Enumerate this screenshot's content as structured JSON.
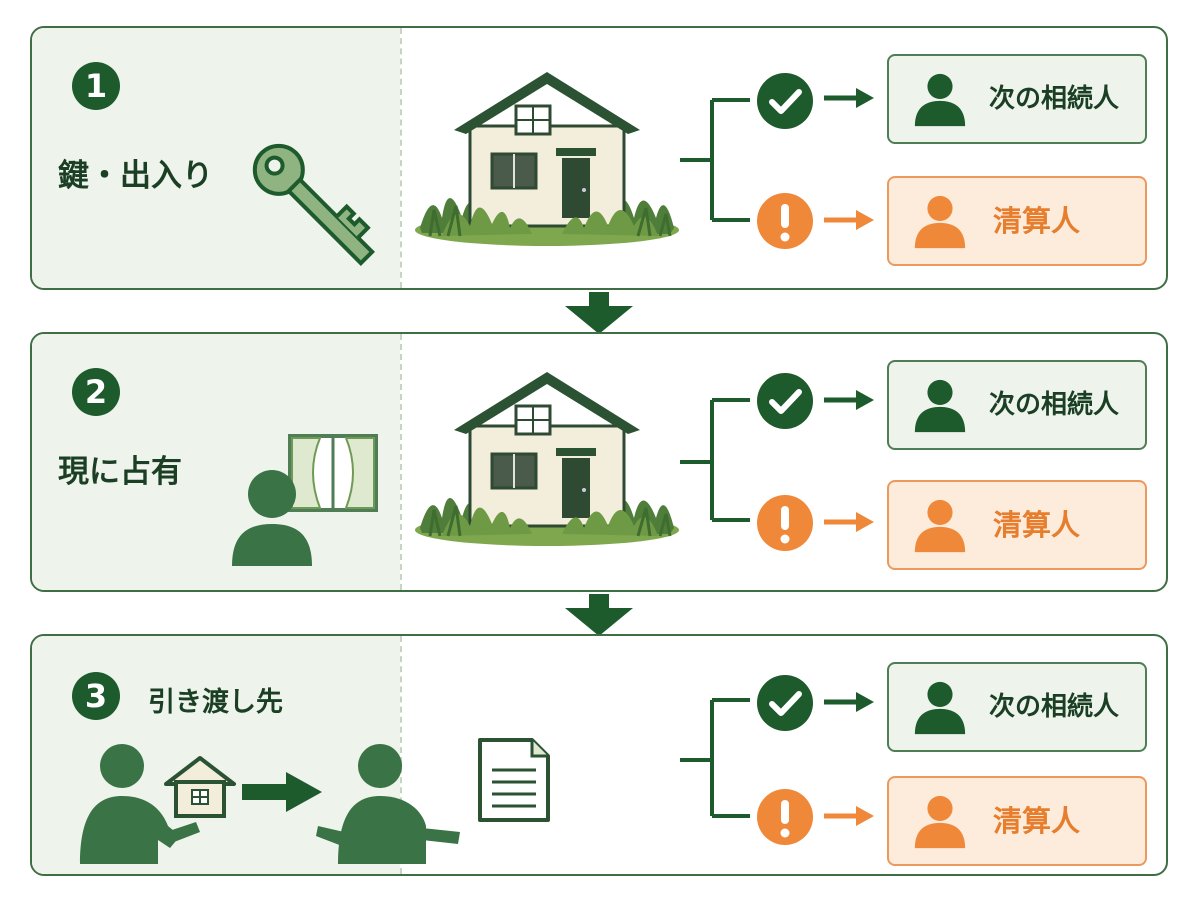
{
  "colors": {
    "dark_green": "#1d5a2c",
    "panel_border": "#3f6e45",
    "left_tint": "#eef3eb",
    "orange": "#f0883a",
    "heir_box_bg": "#eef4ec",
    "liquidator_box_bg": "#fdebdc"
  },
  "steps": [
    {
      "number": "1",
      "title": "鍵・出入り",
      "icon": "key-icon",
      "outcomes": {
        "heir_icon": "check-icon",
        "heir_label": "次の相続人",
        "liquidator_icon": "exclamation-icon",
        "liquidator_label": "清算人"
      }
    },
    {
      "number": "2",
      "title": "現に占有",
      "icon": "person-window-icon",
      "outcomes": {
        "heir_icon": "check-icon",
        "heir_label": "次の相続人",
        "liquidator_icon": "exclamation-icon",
        "liquidator_label": "清算人"
      }
    },
    {
      "number": "3",
      "title": "引き渡し先",
      "icon": "handover-icon",
      "outcomes": {
        "heir_icon": "check-icon",
        "heir_label": "次の相続人",
        "liquidator_icon": "exclamation-icon",
        "liquidator_label": "清算人"
      }
    }
  ]
}
